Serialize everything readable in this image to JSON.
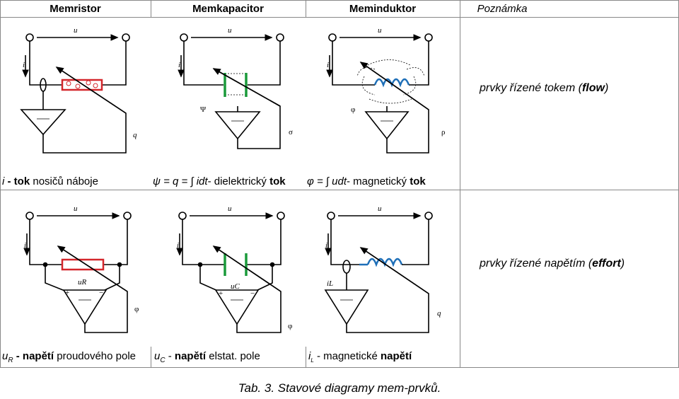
{
  "header": {
    "col1": "Memristor",
    "col2": "Memkapacitor",
    "col3": "Meminduktor",
    "col4": "Poznámka"
  },
  "row1": {
    "note_prefix": "prvky řízené tokem (",
    "note_bold": "flow",
    "note_suffix": ")",
    "labels": {
      "u": "u",
      "i": "i",
      "q": "q",
      "sigma": "σ",
      "rho": "ρ",
      "psi": "Ψ",
      "phi": "φ"
    }
  },
  "row1_desc": {
    "i_label": "i",
    "i_rest_bold": " - tok",
    "i_rest": " nosičů náboje",
    "psi_formula": "ψ = q = ∫ idt",
    "psi_rest": "- dielektrický ",
    "psi_bold": "tok",
    "phi_formula": "φ = ∫ udt",
    "phi_rest": "- magnetický ",
    "phi_bold": "tok"
  },
  "row2": {
    "note_prefix": "prvky řízené napětím (",
    "note_bold": "effort",
    "note_suffix": ")",
    "labels": {
      "u": "u",
      "i": "i",
      "phi": "φ",
      "q": "q",
      "uR": "uR",
      "uC": "uC",
      "iL": "iL",
      "plus": "+",
      "minus": "−"
    }
  },
  "row2_desc": {
    "uR_label": "u",
    "uR_sub": "R",
    "uR_bold": " - napětí",
    "uR_rest": " proudového pole",
    "uC_label": "u",
    "uC_sub": "C",
    "uC_rest": " - ",
    "uC_bold": "napětí",
    "uC_rest2": " elstat. pole",
    "iL_label": "i",
    "iL_sub": "L",
    "iL_rest": " - magnetické ",
    "iL_bold": "napětí"
  },
  "caption": "Tab. 3. Stavové diagramy mem-prvků.",
  "colors": {
    "memristor": "#d4262b",
    "capacitor": "#1a9a3a",
    "inductor": "#1e6fb8",
    "line": "#000000"
  }
}
